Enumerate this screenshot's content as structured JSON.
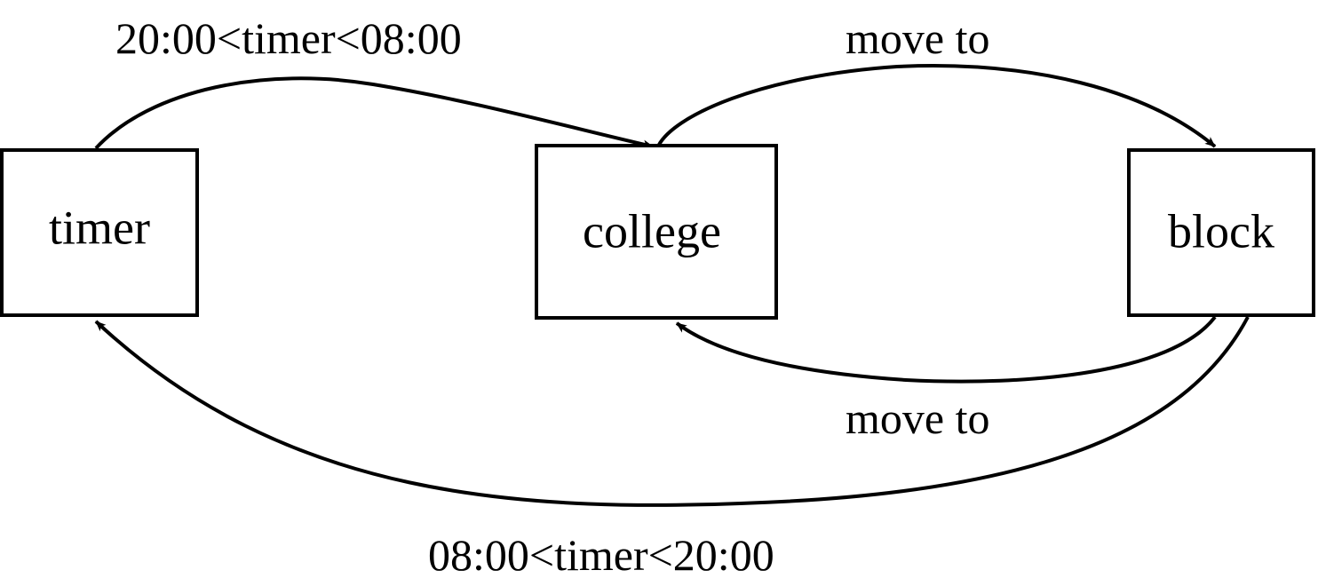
{
  "nodes": {
    "timer": {
      "label": "timer"
    },
    "college": {
      "label": "college"
    },
    "block": {
      "label": "block"
    }
  },
  "edges": {
    "timer_to_college": {
      "label": "20:00<timer<08:00"
    },
    "college_to_block": {
      "label": "move to"
    },
    "block_to_college": {
      "label": "move to"
    },
    "block_to_timer": {
      "label": "08:00<timer<20:00"
    }
  },
  "colors": {
    "stroke": "#000000",
    "background": "#ffffff"
  }
}
